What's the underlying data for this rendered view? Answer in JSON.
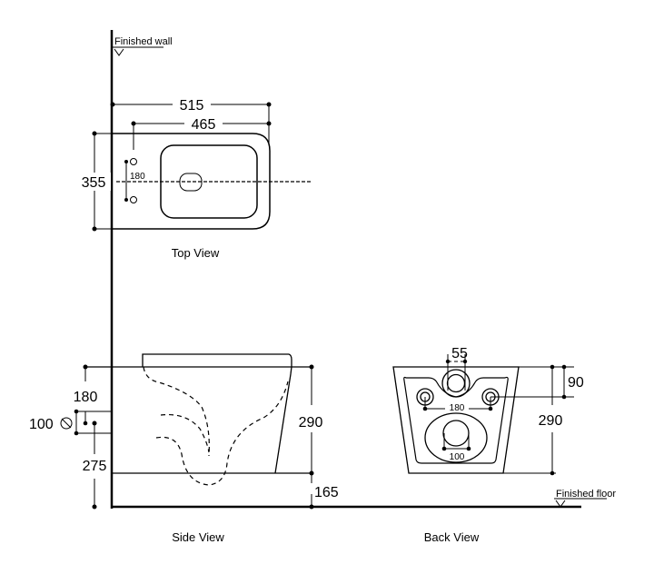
{
  "drawing": {
    "reference_labels": {
      "finished_wall": "Finished wall",
      "finished_floor": "Finished floor"
    },
    "top_view": {
      "title": "Top View",
      "dimensions": {
        "overall_length": "515",
        "bowl_length": "465",
        "width": "355",
        "bolt_spacing": "180"
      }
    },
    "side_view": {
      "title": "Side View",
      "dimensions": {
        "bolt_from_top": "180",
        "outlet_diameter_symbol": "⦰",
        "outlet_diameter": "100",
        "outlet_height": "275",
        "bowl_height": "290",
        "floor_clearance": "165"
      }
    },
    "back_view": {
      "title": "Back View",
      "dimensions": {
        "inlet_width": "55",
        "inlet_drop": "90",
        "height": "290",
        "bolt_spacing": "180",
        "outlet_width": "100"
      }
    }
  }
}
